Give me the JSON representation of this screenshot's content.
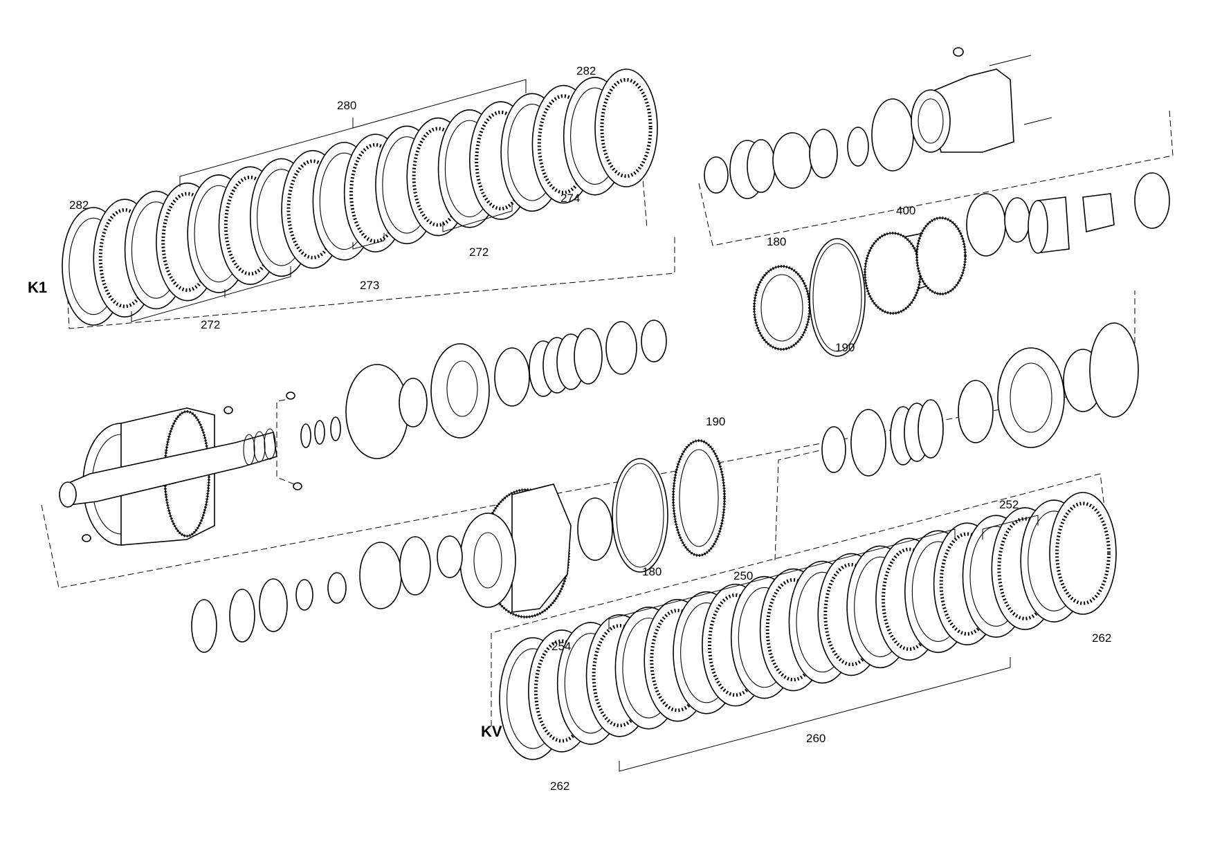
{
  "groups": {
    "k1": "K1",
    "kv": "KV"
  },
  "callouts": {
    "c280": "280",
    "c282_top": "282",
    "c282_left": "282",
    "c274": "274",
    "c272_right": "272",
    "c273": "273",
    "c272_left": "272",
    "c400": "400",
    "c180_top": "180",
    "c190_top": "190",
    "c190_mid": "190",
    "c180_mid": "180",
    "c252": "252",
    "c250": "250",
    "c262_right": "262",
    "c254": "254",
    "c260": "260",
    "c262_bottom": "262"
  }
}
